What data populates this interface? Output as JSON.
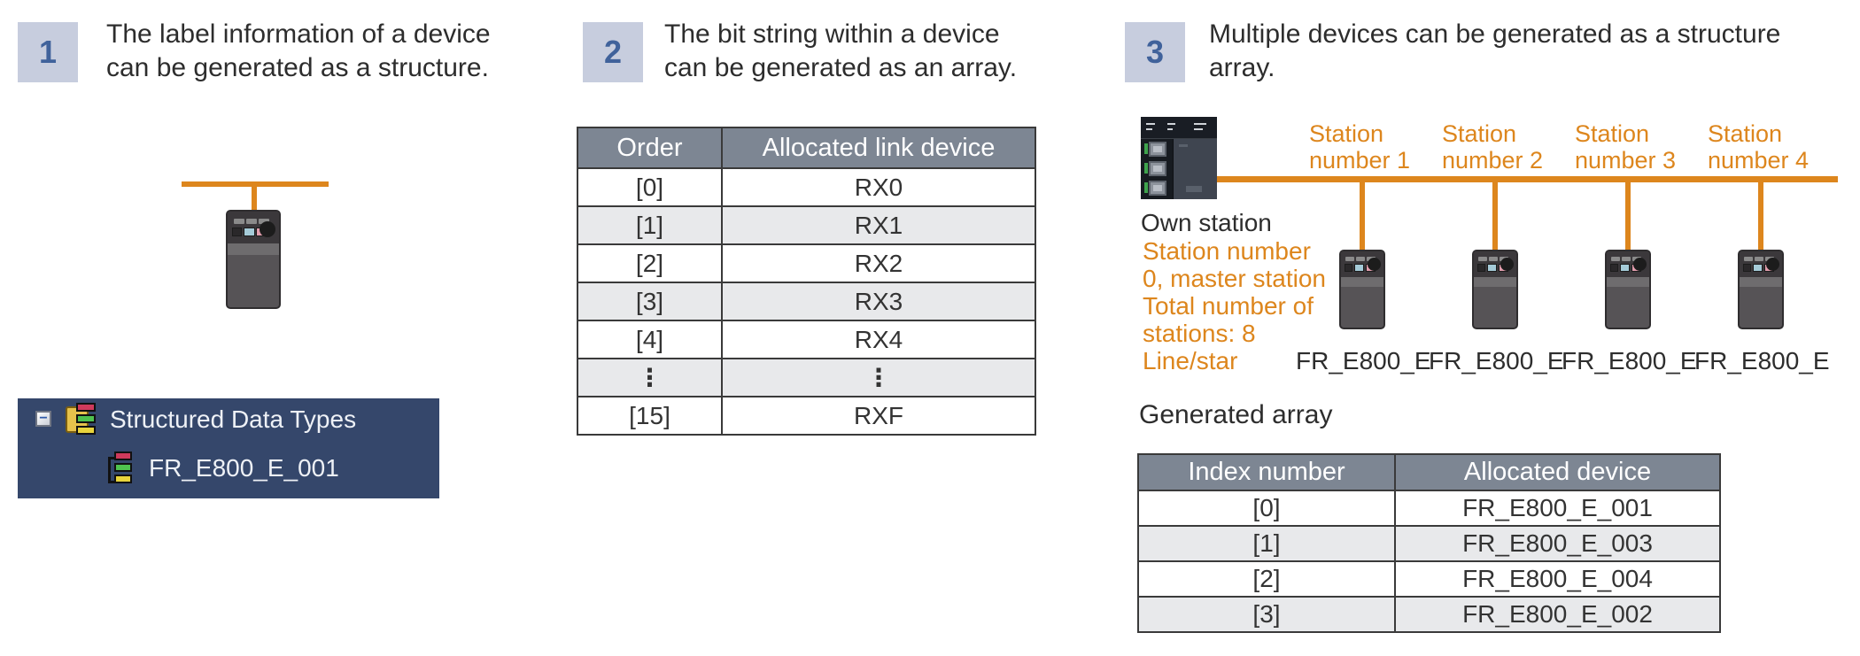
{
  "colors": {
    "accent_orange": "#dd861d",
    "badge_bg": "#c7cdde",
    "badge_text": "#40629b",
    "table_header_bg": "#7d8693",
    "table_alt_row": "#e8e9eb",
    "tree_panel_bg": "#35476b",
    "body_text": "#2d2d2d"
  },
  "sections": {
    "s1": {
      "number": "1",
      "caption_line1": "The label information of a device",
      "caption_line2": "can be generated as a structure.",
      "tree": {
        "expander_glyph": "−",
        "root_label": "Structured Data Types",
        "child_label": "FR_E800_E_001"
      }
    },
    "s2": {
      "number": "2",
      "caption_line1": "The bit string within a device",
      "caption_line2": "can be generated as an array.",
      "table": {
        "headers": [
          "Order",
          "Allocated link device"
        ],
        "rows": [
          [
            "[0]",
            "RX0"
          ],
          [
            "[1]",
            "RX1"
          ],
          [
            "[2]",
            "RX2"
          ],
          [
            "[3]",
            "RX3"
          ],
          [
            "[4]",
            "RX4"
          ],
          [
            "⋮",
            "⋮"
          ],
          [
            "[15]",
            "RXF"
          ]
        ]
      }
    },
    "s3": {
      "number": "3",
      "caption_line1": "Multiple devices can be generated as a structure",
      "caption_line2": "array.",
      "own_station_label": "Own station",
      "master_info_lines": [
        "Station number",
        "0, master station",
        "Total number of",
        "stations: 8",
        "Line/star"
      ],
      "stations": [
        {
          "label_line1": "Station",
          "label_line2": "number 1",
          "device_label": "FR_E800_E"
        },
        {
          "label_line1": "Station",
          "label_line2": "number 2",
          "device_label": "FR_E800_E"
        },
        {
          "label_line1": "Station",
          "label_line2": "number 3",
          "device_label": "FR_E800_E"
        },
        {
          "label_line1": "Station",
          "label_line2": "number 4",
          "device_label": "FR_E800_E"
        }
      ],
      "generated_array_title": "Generated array",
      "table": {
        "headers": [
          "Index number",
          "Allocated device"
        ],
        "rows": [
          [
            "[0]",
            "FR_E800_E_001"
          ],
          [
            "[1]",
            "FR_E800_E_003"
          ],
          [
            "[2]",
            "FR_E800_E_004"
          ],
          [
            "[3]",
            "FR_E800_E_002"
          ]
        ]
      }
    }
  }
}
